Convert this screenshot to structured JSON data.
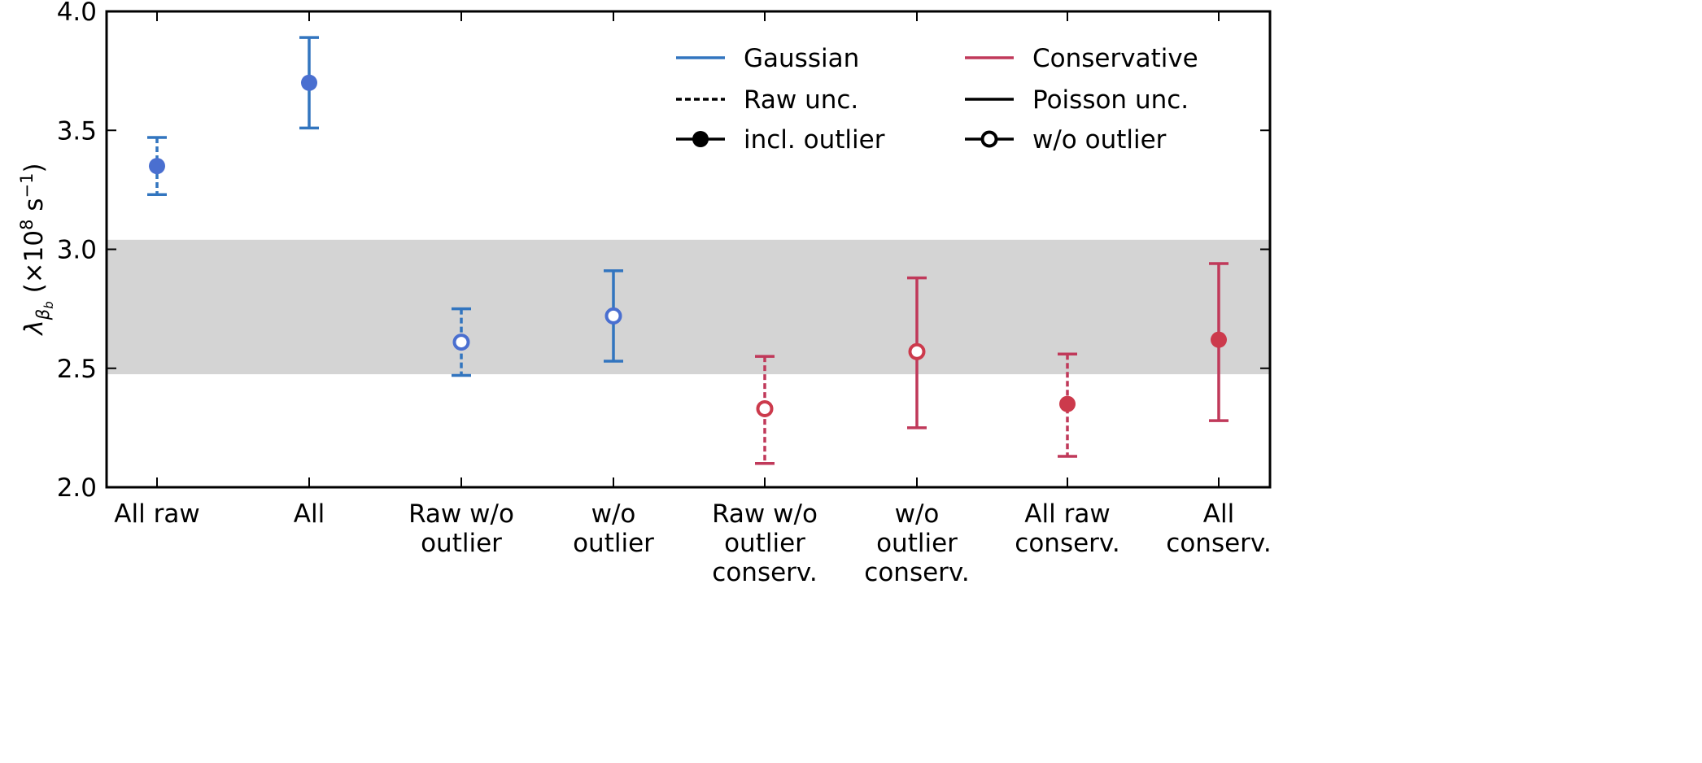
{
  "chart_data": {
    "type": "errorbar",
    "ylabel": {
      "symbol": "λ",
      "sub1": "β",
      "sub2": "b",
      "unit_prefix": " (×10",
      "exp1": "8",
      "unit_mid": " s",
      "exp2": "−1",
      "unit_suffix": ")"
    },
    "ylim": [
      2.0,
      4.0
    ],
    "yticks": [
      2.0,
      2.5,
      3.0,
      3.5,
      4.0
    ],
    "ytick_labels": [
      "2.0",
      "2.5",
      "3.0",
      "3.5",
      "4.0"
    ],
    "band": {
      "low": 2.475,
      "high": 3.04,
      "color": "#d4d4d4"
    },
    "colors": {
      "gaussian": "#4a6fd0",
      "gaussian_bar": "#3275bf",
      "conservative": "#cc3a4c",
      "conservative_bar": "#c0395a"
    },
    "categories": [
      [
        "All raw"
      ],
      [
        "All"
      ],
      [
        "Raw w/o",
        "outlier"
      ],
      [
        "w/o",
        "outlier"
      ],
      [
        "Raw w/o",
        "outlier",
        "conserv."
      ],
      [
        "w/o",
        "outlier",
        "conserv."
      ],
      [
        "All raw",
        "conserv."
      ],
      [
        "All",
        "conserv."
      ]
    ],
    "points": [
      {
        "value": 3.35,
        "lower": 3.23,
        "upper": 3.47,
        "method": "gaussian",
        "unc": "raw",
        "outlier": "incl"
      },
      {
        "value": 3.7,
        "lower": 3.51,
        "upper": 3.89,
        "method": "gaussian",
        "unc": "poisson",
        "outlier": "incl"
      },
      {
        "value": 2.61,
        "lower": 2.47,
        "upper": 2.75,
        "method": "gaussian",
        "unc": "raw",
        "outlier": "wo"
      },
      {
        "value": 2.72,
        "lower": 2.53,
        "upper": 2.91,
        "method": "gaussian",
        "unc": "poisson",
        "outlier": "wo"
      },
      {
        "value": 2.33,
        "lower": 2.1,
        "upper": 2.55,
        "method": "conservative",
        "unc": "raw",
        "outlier": "wo"
      },
      {
        "value": 2.57,
        "lower": 2.25,
        "upper": 2.88,
        "method": "conservative",
        "unc": "poisson",
        "outlier": "wo"
      },
      {
        "value": 2.35,
        "lower": 2.13,
        "upper": 2.56,
        "method": "conservative",
        "unc": "raw",
        "outlier": "incl"
      },
      {
        "value": 2.62,
        "lower": 2.28,
        "upper": 2.94,
        "method": "conservative",
        "unc": "poisson",
        "outlier": "incl"
      }
    ],
    "legend": {
      "placement": "top-right",
      "entries": [
        {
          "label": "Gaussian",
          "style": "line",
          "color": "gaussian"
        },
        {
          "label": "Conservative",
          "style": "line",
          "color": "conservative"
        },
        {
          "label": "Raw unc.",
          "style": "dashed"
        },
        {
          "label": "Poisson unc.",
          "style": "solid"
        },
        {
          "label": "incl. outlier",
          "style": "filled-marker"
        },
        {
          "label": "w/o outlier",
          "style": "open-marker"
        }
      ]
    }
  }
}
